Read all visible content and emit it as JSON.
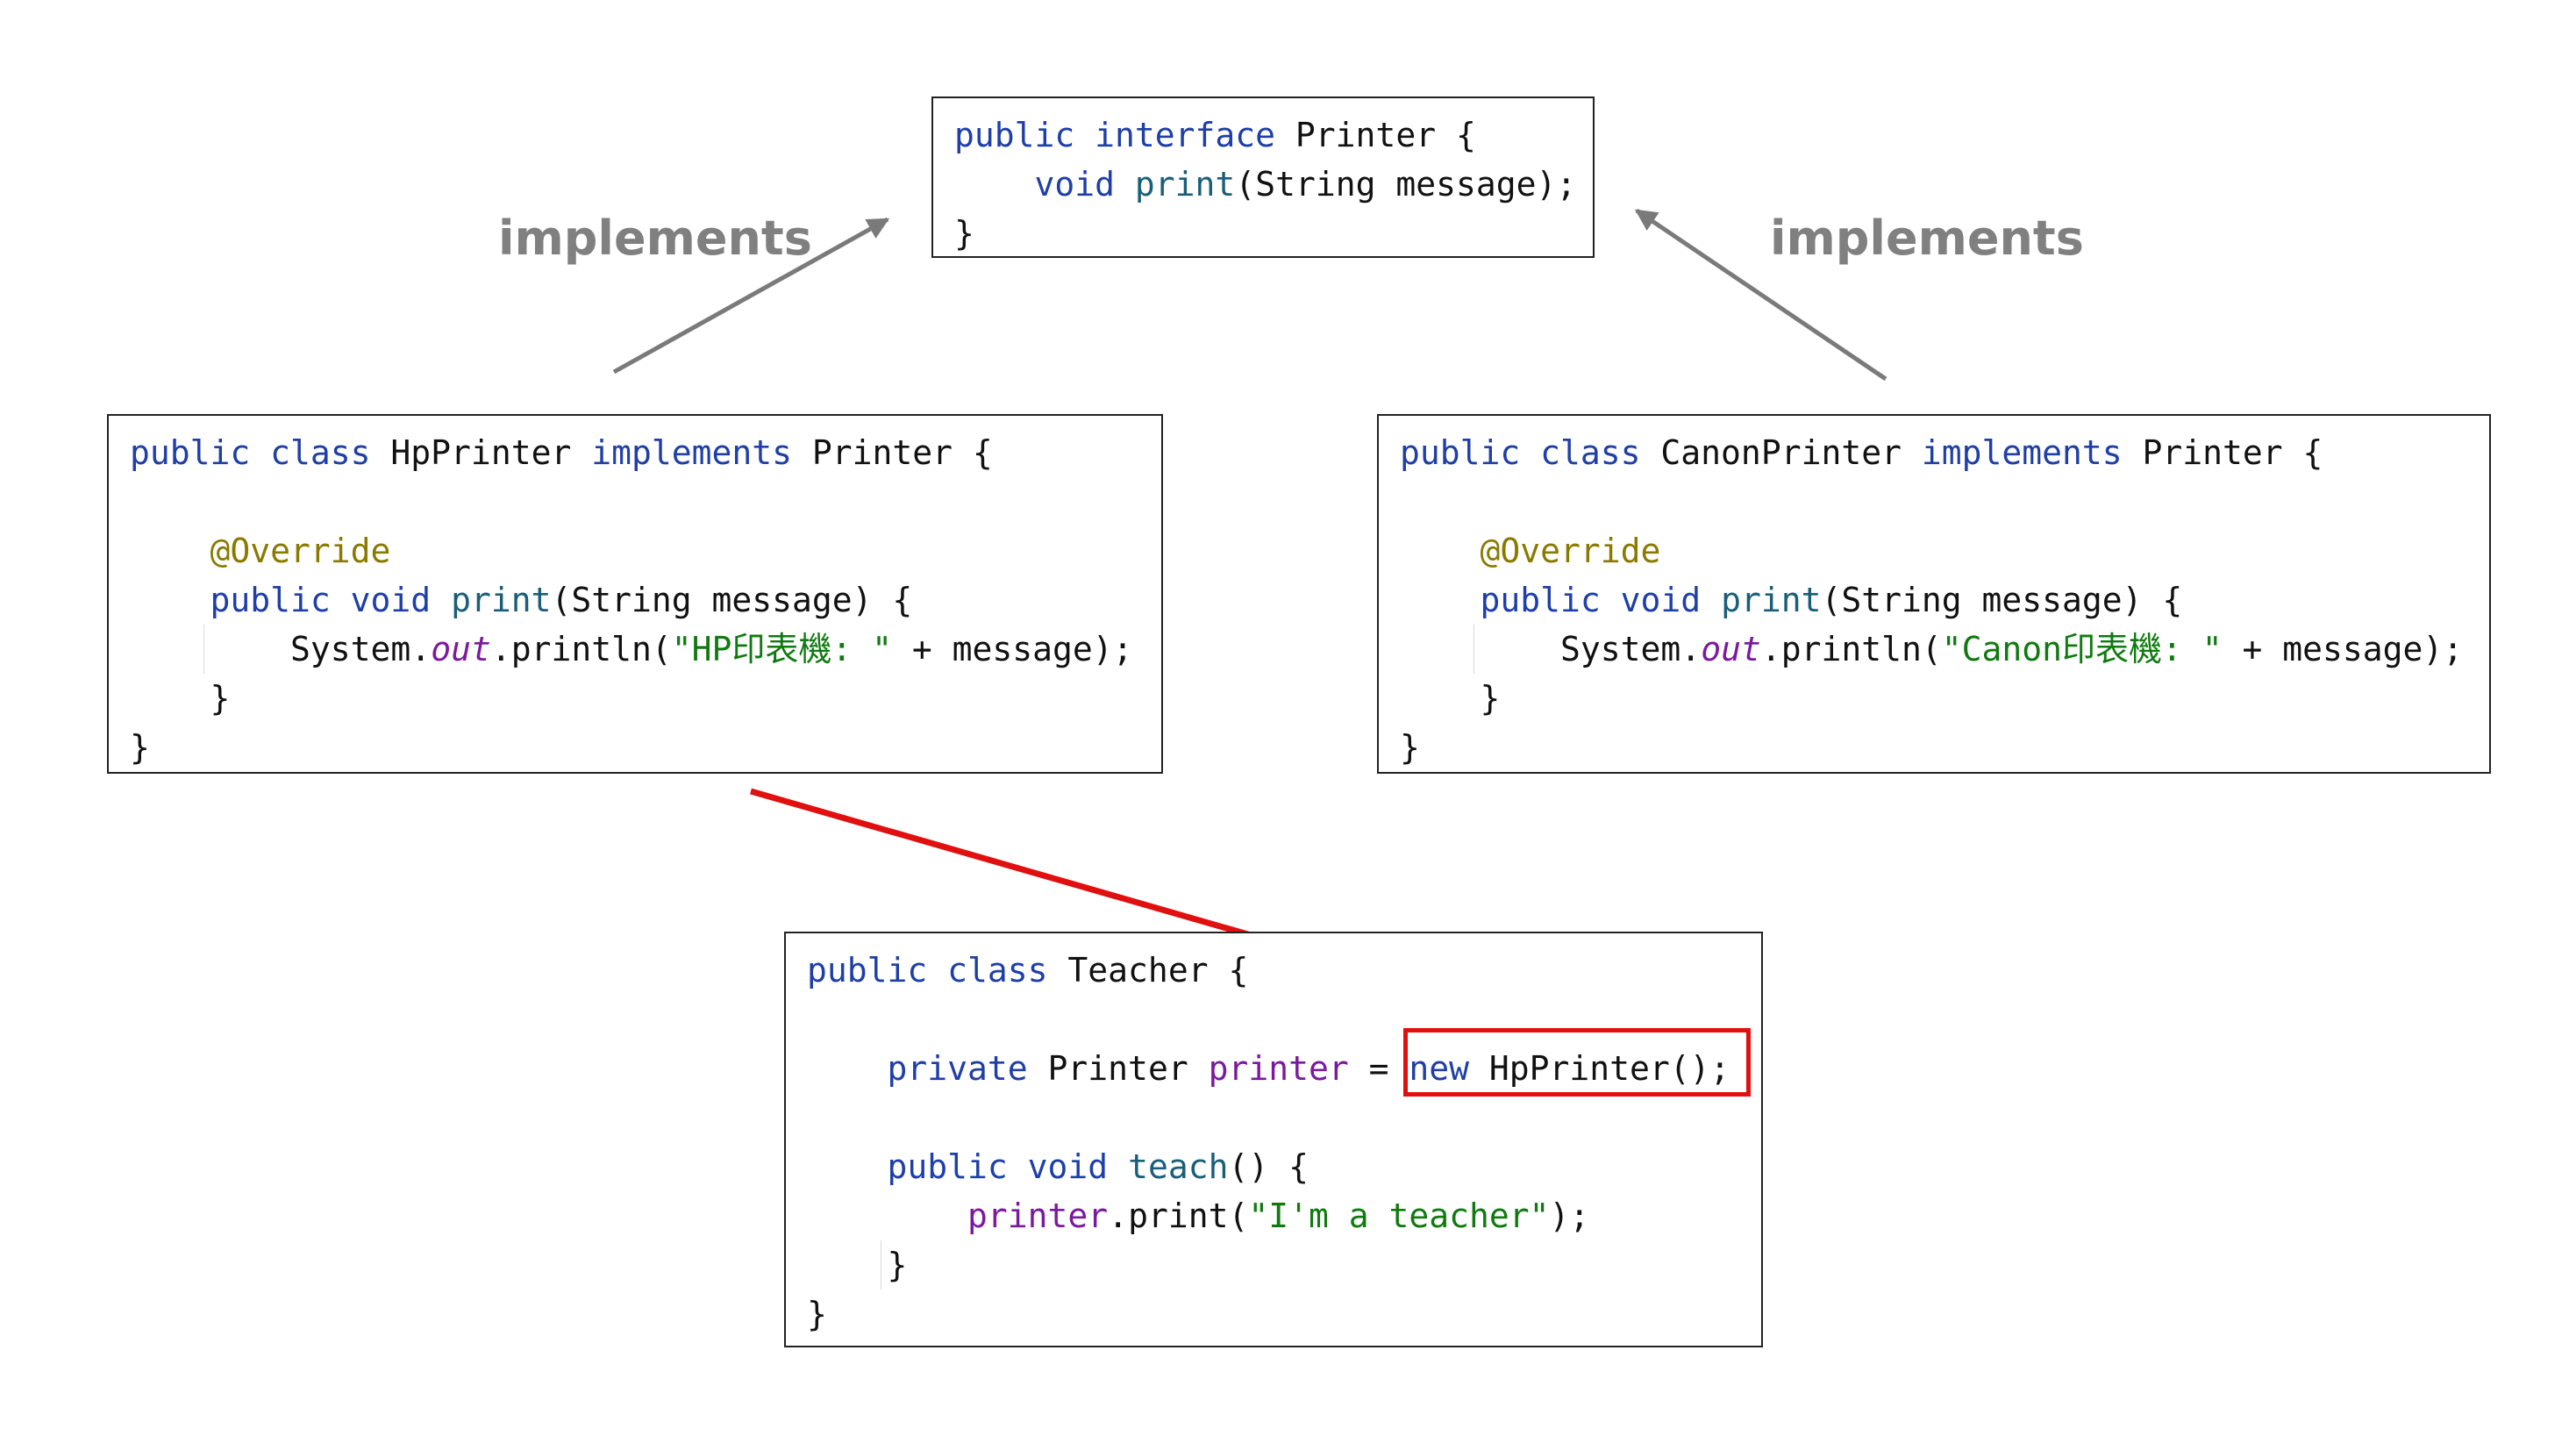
{
  "labels": {
    "left_implements": "implements",
    "right_implements": "implements"
  },
  "interface_code": {
    "l1_kw": "public interface",
    "l1_rest": " Printer {",
    "l2_kw": "void",
    "l2_fn": "print",
    "l2_rest": "(String message);",
    "l3": "}"
  },
  "hp_code": {
    "l1_kw1": "public class",
    "l1_name": " HpPrinter ",
    "l1_kw2": "implements",
    "l1_rest": " Printer {",
    "annotation": "@Override",
    "m_kw": "public void",
    "m_fn": "print",
    "m_rest": "(String message) {",
    "b_sys": "System.",
    "b_out": "out",
    "b_println": ".println(",
    "b_str": "\"HP印表機: \"",
    "b_rest": " + message);",
    "close_inner": "}",
    "close_outer": "}"
  },
  "canon_code": {
    "l1_kw1": "public class",
    "l1_name": " CanonPrinter ",
    "l1_kw2": "implements",
    "l1_rest": " Printer {",
    "annotation": "@Override",
    "m_kw": "public void",
    "m_fn": "print",
    "m_rest": "(String message) {",
    "b_sys": "System.",
    "b_out": "out",
    "b_println": ".println(",
    "b_str": "\"Canon印表機: \"",
    "b_rest": " + message);",
    "close_inner": "}",
    "close_outer": "}"
  },
  "teacher_code": {
    "l1_kw": "public class",
    "l1_rest": " Teacher {",
    "f_kw": "private",
    "f_type": " Printer ",
    "f_name": "printer",
    "f_eq": " = ",
    "f_new": "new",
    "f_ctor": " HpPrinter();",
    "m_kw": "public void",
    "m_fn": "teach",
    "m_rest": "() {",
    "b_field": "printer",
    "b_call": ".print(",
    "b_str": "\"I'm a teacher\"",
    "b_rest": ");",
    "close_inner": "}",
    "close_outer": "}"
  },
  "colors": {
    "keyword": "#1f3fa8",
    "method": "#1a5e7a",
    "annotation": "#8a7a00",
    "string": "#107a10",
    "field": "#7b1a9e",
    "implements_arrow": "#7a7a7a",
    "highlight": "#e01010"
  }
}
